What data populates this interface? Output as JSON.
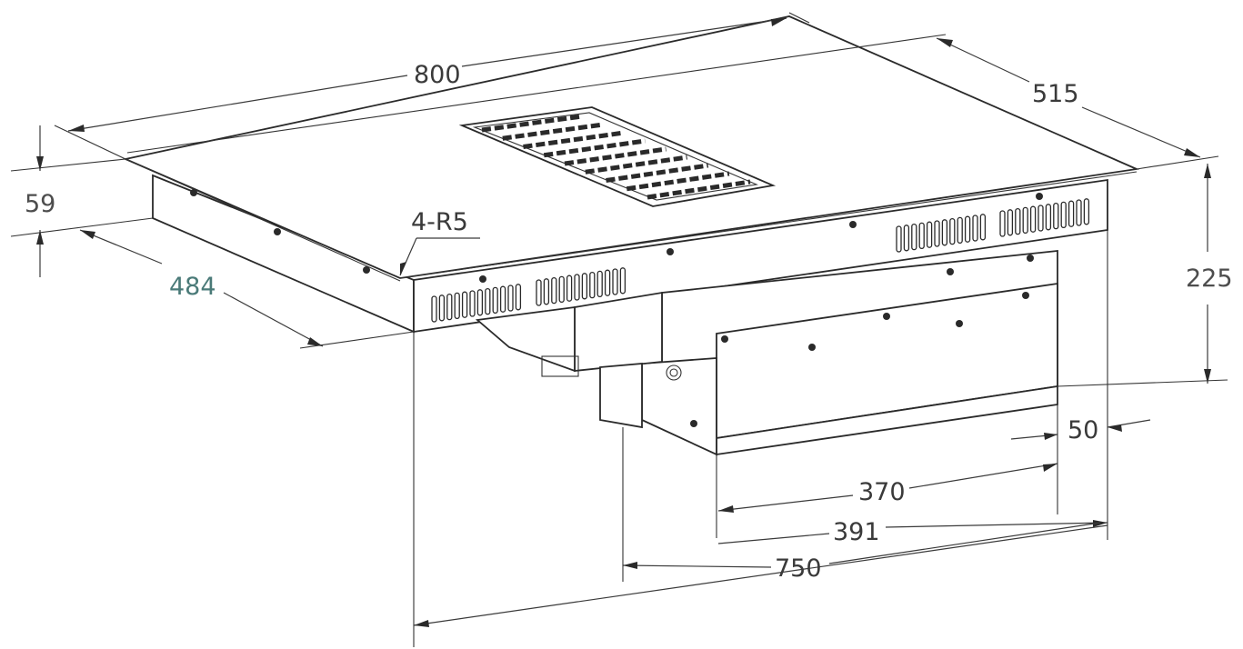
{
  "dimensions": {
    "overall_width": "800",
    "overall_depth": "515",
    "glass_thickness": "59",
    "depth_cutout": "484",
    "corner_radius": "4-R5",
    "total_height": "225",
    "offset_small": "50",
    "unit_width_a": "370",
    "unit_width_b": "391",
    "cutout_width": "750"
  }
}
